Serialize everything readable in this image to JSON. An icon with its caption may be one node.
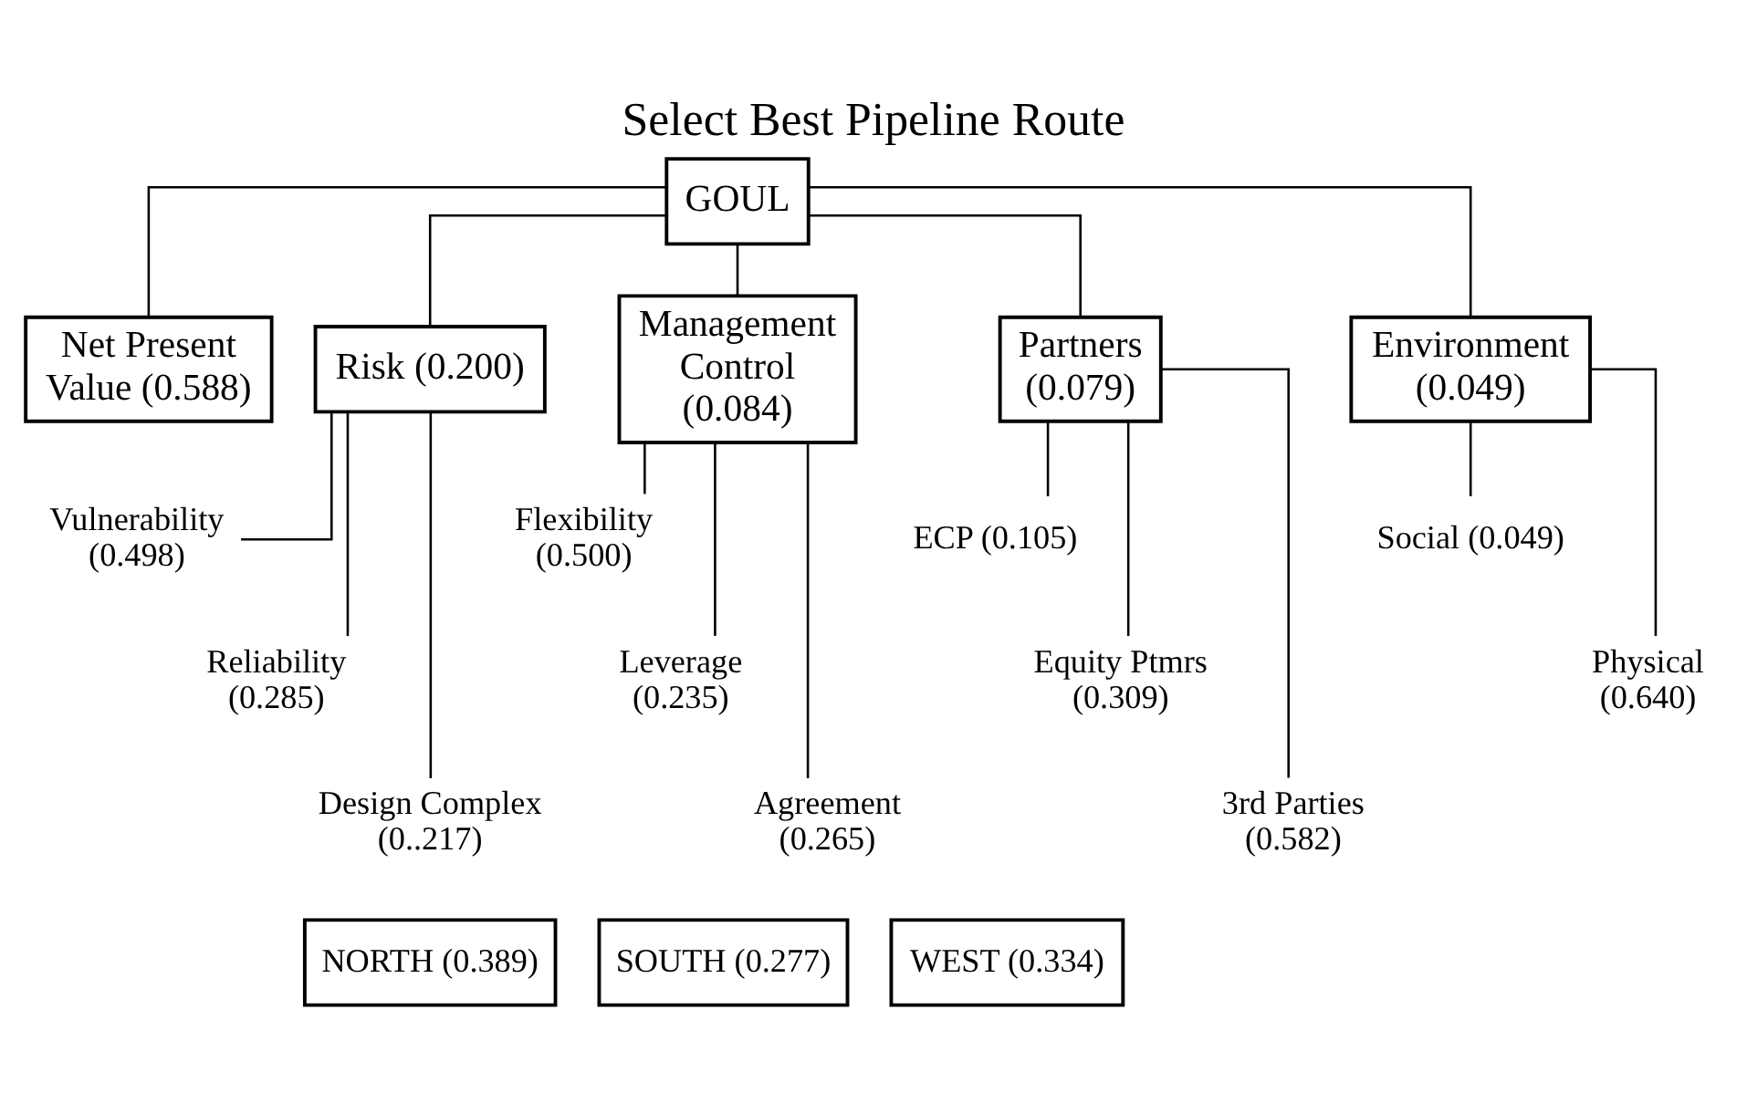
{
  "diagram": {
    "title": "Select Best Pipeline Route",
    "nodes": [
      {
        "text": [
          "GOUL"
        ]
      },
      {
        "text": [
          "Net Present Value (0.588)"
        ]
      },
      {
        "text": [
          "Risk (0.200)"
        ]
      },
      {
        "text": [
          "Management Control (0.084)"
        ]
      },
      {
        "text": [
          "Partners (0.079)"
        ]
      },
      {
        "text": [
          "Environment (0.049)"
        ]
      },
      {
        "text": [
          "Vulnerability (0.498)"
        ]
      },
      {
        "text": [
          "Reliability (0.285)"
        ]
      },
      {
        "text": [
          "Design Complex (0..217)"
        ]
      },
      {
        "text": [
          "Flexibility (0.500)"
        ]
      },
      {
        "text": [
          "Leverage (0.235)"
        ]
      },
      {
        "text": [
          "Agreement (0.265)"
        ]
      },
      {
        "text": [
          "ECP (0.105)"
        ]
      },
      {
        "text": [
          "Equity Ptmrs (0.309)"
        ]
      },
      {
        "text": [
          "3rd Parties (0.582)"
        ]
      },
      {
        "text": [
          "Social (0.049)"
        ]
      },
      {
        "text": [
          "Physical (0.640)"
        ]
      },
      {
        "text": [
          "NORTH (0.389)"
        ]
      },
      {
        "text": [
          "SOUTH (0.277)"
        ]
      },
      {
        "text": [
          "WEST (0.334)"
        ]
      }
    ],
    "edges": [
      {
        "from": 0,
        "to": 1,
        "arrow": "none"
      },
      {
        "from": 0,
        "to": 2,
        "arrow": "none"
      },
      {
        "from": 0,
        "to": 3,
        "arrow": "none"
      },
      {
        "from": 0,
        "to": 4,
        "arrow": "none"
      },
      {
        "from": 0,
        "to": 5,
        "arrow": "none"
      },
      {
        "from": 2,
        "to": 6,
        "arrow": "none"
      },
      {
        "from": 2,
        "to": 7,
        "arrow": "none"
      },
      {
        "from": 2,
        "to": 8,
        "arrow": "none"
      },
      {
        "from": 3,
        "to": 9,
        "arrow": "none"
      },
      {
        "from": 3,
        "to": 10,
        "arrow": "none"
      },
      {
        "from": 3,
        "to": 11,
        "arrow": "none"
      },
      {
        "from": 4,
        "to": 12,
        "arrow": "none"
      },
      {
        "from": 4,
        "to": 13,
        "arrow": "none"
      },
      {
        "from": 4,
        "to": 14,
        "arrow": "none"
      },
      {
        "from": 5,
        "to": 15,
        "arrow": "none"
      },
      {
        "from": 5,
        "to": 16,
        "arrow": "none"
      }
    ]
  }
}
